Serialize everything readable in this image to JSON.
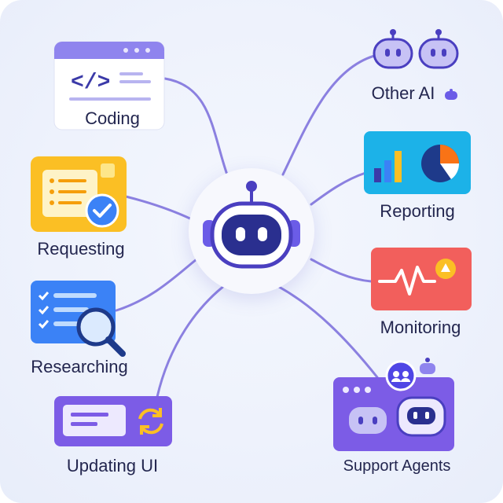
{
  "nodes": {
    "coding": {
      "label": "Coding"
    },
    "requesting": {
      "label": "Requesting"
    },
    "researching": {
      "label": "Researching"
    },
    "updating_ui": {
      "label": "Updating UI"
    },
    "other_ai": {
      "label": "Other AI"
    },
    "reporting": {
      "label": "Reporting"
    },
    "monitoring": {
      "label": "Monitoring"
    },
    "support_agents": {
      "label": "Support Agents"
    }
  },
  "icons": {
    "hub": "robot-icon",
    "coding": "code-window-icon",
    "requesting": "checklist-check-icon",
    "researching": "list-magnifier-icon",
    "updating_ui": "refresh-ui-icon",
    "other_ai": "robot-pair-icon",
    "reporting": "bar-pie-chart-icon",
    "monitoring": "heartbeat-alert-icon",
    "support_agents": "support-robots-icon"
  },
  "colors": {
    "wire": "#8b80e0",
    "accent": "#6b5ce7",
    "text": "#23264f",
    "requesting_card": "#fbbf24",
    "researching_card": "#3b82f6",
    "reporting_card": "#1cb2e8",
    "monitoring_card": "#f25f5c",
    "updating_card": "#7c5ce6",
    "support_card": "#7c5ce6"
  }
}
